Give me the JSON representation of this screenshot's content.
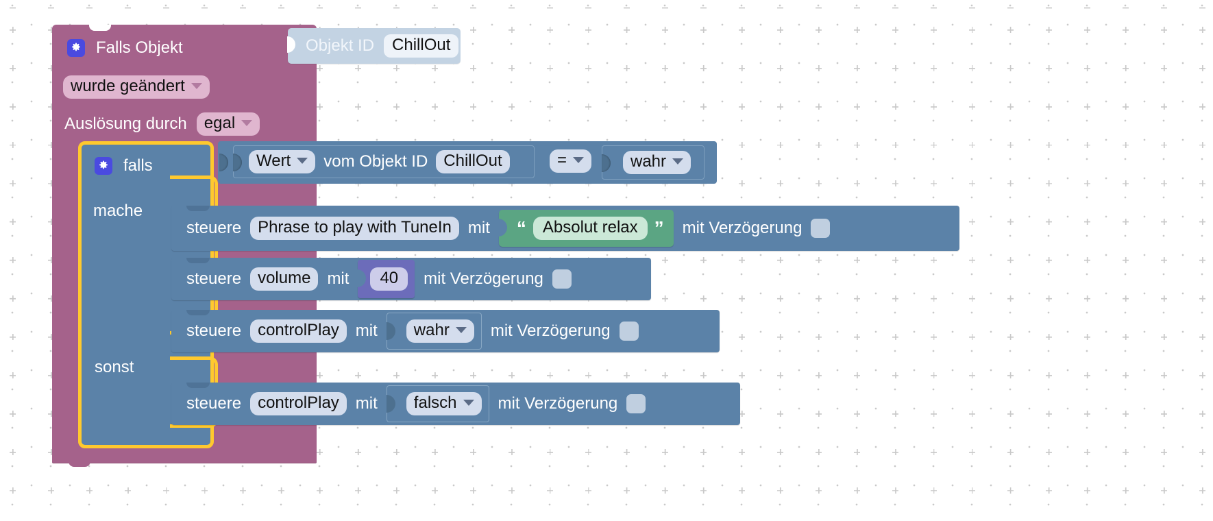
{
  "workspace": {
    "background_color": "#ffffff",
    "grid_dot_color": "#c9c9c9"
  },
  "trigger_block": {
    "color": "#a5628b",
    "gear_icon": "gear-icon",
    "title": "Falls Objekt",
    "condition_dropdown": "wurde geändert",
    "source_label": "Auslösung durch",
    "source_dropdown": "egal",
    "object_id": {
      "color": "#c3d3e3",
      "label": "Objekt ID",
      "value": "ChillOut"
    }
  },
  "if_block": {
    "color": "#5b82a8",
    "highlight_color": "#ffc92e",
    "gear_icon": "gear-icon",
    "if_label": "falls",
    "do_label": "mache",
    "else_label": "sonst",
    "condition": {
      "value_dropdown": "Wert",
      "middle_label": "vom Objekt ID",
      "object_id": "ChillOut",
      "operator": "=",
      "compare_value": "wahr"
    }
  },
  "statements": {
    "do": [
      {
        "verb": "steuere",
        "target": "Phrase to play with TuneIn",
        "with_label": "mit",
        "value_type": "text",
        "value": "Absolut relax",
        "open_quote": "“",
        "close_quote": "”",
        "delay_label": "mit Verzögerung",
        "delay_checked": false
      },
      {
        "verb": "steuere",
        "target": "volume",
        "with_label": "mit",
        "value_type": "number",
        "value": "40",
        "delay_label": "mit Verzögerung",
        "delay_checked": false
      },
      {
        "verb": "steuere",
        "target": "controlPlay",
        "with_label": "mit",
        "value_type": "boolean",
        "value": "wahr",
        "delay_label": "mit Verzögerung",
        "delay_checked": false
      }
    ],
    "else": [
      {
        "verb": "steuere",
        "target": "controlPlay",
        "with_label": "mit",
        "value_type": "boolean",
        "value": "falsch",
        "delay_label": "mit Verzögerung",
        "delay_checked": false
      }
    ]
  },
  "colors": {
    "trigger": "#a5628b",
    "control": "#5b82a8",
    "text_value": "#5ba583",
    "number_value": "#6c6cba",
    "object_id_value": "#c3d3e3",
    "selection_highlight": "#ffc92e"
  }
}
